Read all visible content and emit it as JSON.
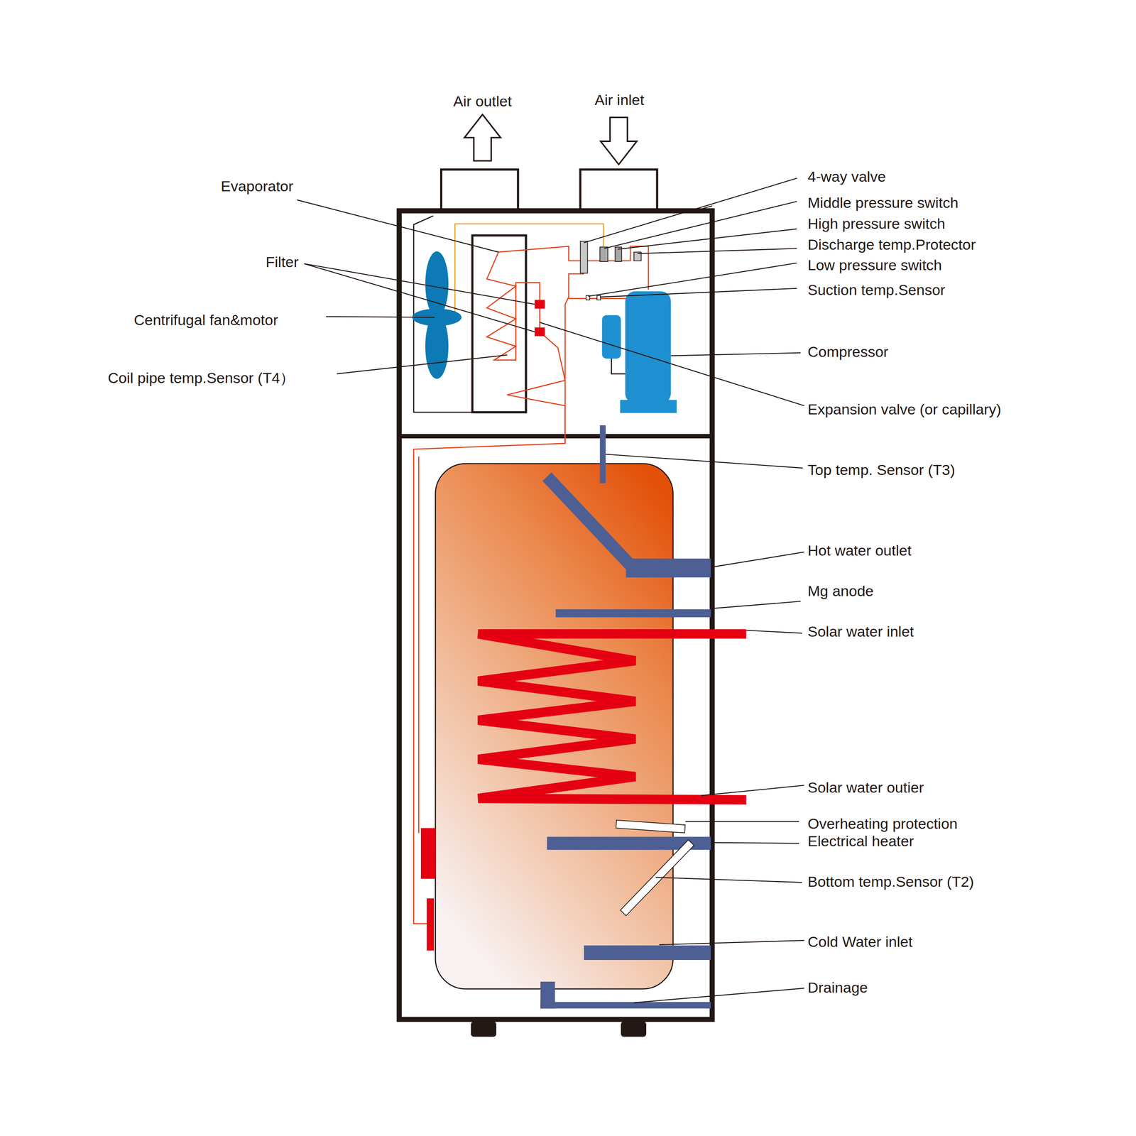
{
  "diagram": {
    "labels": [
      "Air outlet",
      "Air inlet",
      "Evaporator",
      "Filter",
      "Centrifugal fan&motor",
      "Coil pipe temp.Sensor (T4）",
      "4-way valve",
      "Middle pressure switch",
      "High pressure switch",
      "Discharge temp.Protector",
      "Low pressure switch",
      "Suction temp.Sensor",
      "Compressor",
      "Expansion valve (or capillary)",
      "Top temp. Sensor (T3)",
      "Hot water outlet",
      "Mg anode",
      "Solar water inlet",
      "Solar water outier",
      "Overheating protection",
      "Electrical heater",
      "Bottom temp.Sensor (T2)",
      "Cold Water inlet",
      "Drainage"
    ]
  }
}
